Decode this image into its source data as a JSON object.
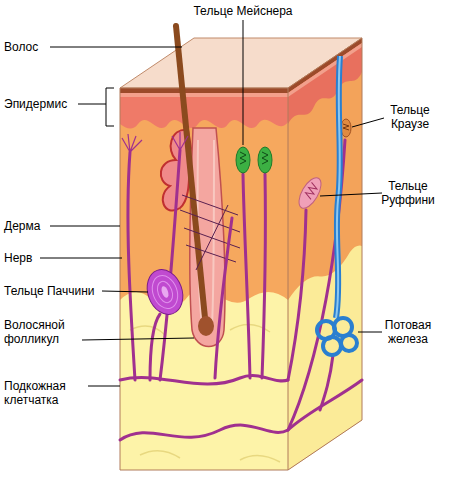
{
  "diagram": {
    "labels": [
      "Тельце Мейснера",
      "Волос",
      "Эпидермис",
      "Тельце Краузе",
      "Тельце Руффини",
      "Дерма",
      "Нерв",
      "Тельце Паччини",
      "Волосяной фолликул",
      "Потовая железа",
      "Подкожная клетчатка"
    ]
  }
}
